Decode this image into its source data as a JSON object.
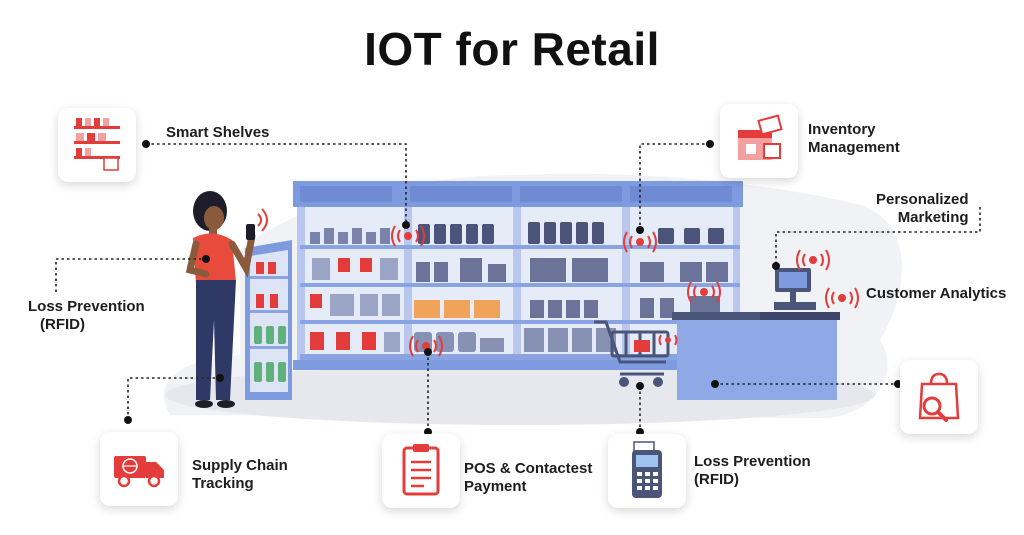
{
  "title": "IOT for Retail",
  "labels": {
    "smart_shelves": "Smart Shelves",
    "inventory_line1": "Inventory",
    "inventory_line2": "Management",
    "marketing_line1": "Personalized",
    "marketing_line2": "Marketing",
    "customer_analytics": "Customer Analytics",
    "loss_left_line1": "Loss Prevention",
    "loss_left_line2": "(RFID)",
    "supply_line1": "Supply Chain",
    "supply_line2": "Tracking",
    "pos_line1": "POS & Contactest",
    "pos_line2": "Payment",
    "loss_bottom_line1": "Loss Prevention",
    "loss_bottom_line2": "(RFID)"
  },
  "icons": [
    "shelves-icon",
    "inventory-box-icon",
    "truck-icon",
    "clipboard-icon",
    "card-terminal-icon",
    "shopping-bag-search-icon",
    "rfid-signal-icon",
    "shopping-cart-icon",
    "shopper-figure",
    "pos-monitor-icon"
  ],
  "colors": {
    "accent": "#e43b3b",
    "shelf_blue": "#7f9be0",
    "shelf_light": "#dfe6f7",
    "product_dark": "#4b5579",
    "dot": "#111111",
    "backdrop": "#f1f2f5"
  }
}
